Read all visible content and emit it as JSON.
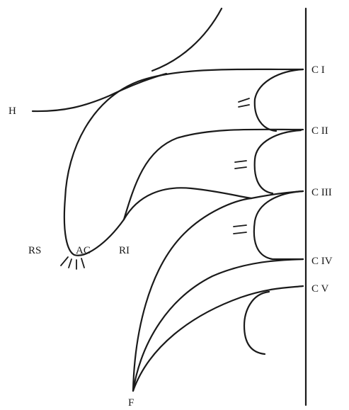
{
  "labels": {
    "h": "H",
    "c1": "C I",
    "c2": "C II",
    "c3": "C III",
    "c4": "C IV",
    "c5": "C V",
    "rs": "RS",
    "ac": "AC",
    "ri": "RI",
    "f": "F"
  },
  "colors": {
    "ink": "#1a1a1a",
    "background": "#ffffff"
  }
}
